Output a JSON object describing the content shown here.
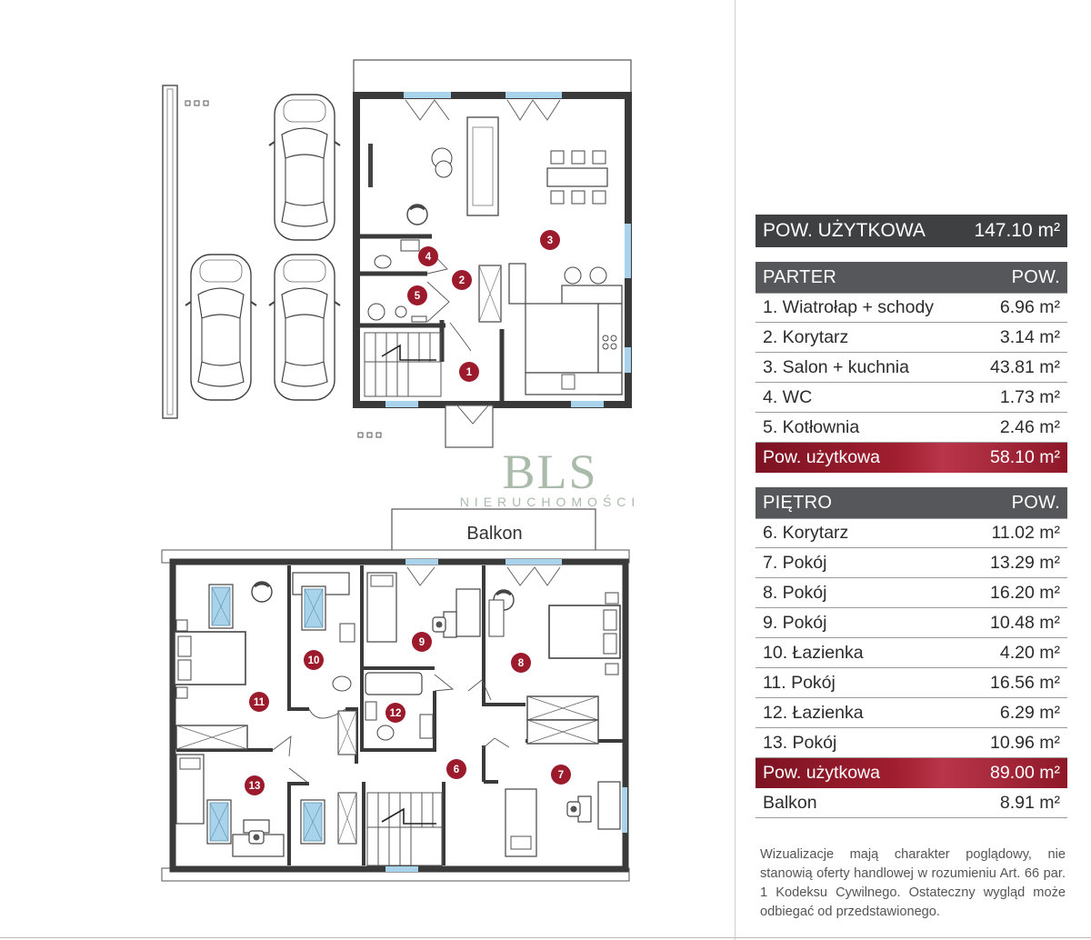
{
  "summary": {
    "label": "POW. UŻYTKOWA",
    "value": "147.10 m²"
  },
  "parter": {
    "header": {
      "label": "PARTER",
      "col": "POW."
    },
    "rooms": [
      {
        "name": "1. Wiatrołap + schody",
        "area": "6.96 m²"
      },
      {
        "name": "2. Korytarz",
        "area": "3.14 m²"
      },
      {
        "name": "3. Salon + kuchnia",
        "area": "43.81 m²"
      },
      {
        "name": "4. WC",
        "area": "1.73 m²"
      },
      {
        "name": "5. Kotłownia",
        "area": "2.46 m²"
      }
    ],
    "total": {
      "name": "Pow. użytkowa",
      "area": "58.10 m²"
    }
  },
  "pietro": {
    "header": {
      "label": "PIĘTRO",
      "col": "POW."
    },
    "rooms": [
      {
        "name": "6. Korytarz",
        "area": "11.02 m²"
      },
      {
        "name": "7. Pokój",
        "area": "13.29 m²"
      },
      {
        "name": "8. Pokój",
        "area": "16.20 m²"
      },
      {
        "name": "9. Pokój",
        "area": "10.48 m²"
      },
      {
        "name": "10. Łazienka",
        "area": "4.20 m²"
      },
      {
        "name": "11. Pokój",
        "area": "16.56 m²"
      },
      {
        "name": "12. Łazienka",
        "area": "6.29 m²"
      },
      {
        "name": "13. Pokój",
        "area": "10.96 m²"
      }
    ],
    "total": {
      "name": "Pow. użytkowa",
      "area": "89.00 m²"
    },
    "balkon": {
      "name": "Balkon",
      "area": "8.91 m²"
    }
  },
  "disclaimer": "Wizualizacje mają charakter poglądowy, nie stanowią oferty handlowej w rozumieniu Art. 66 par. 1 Kodeksu Cywilnego. Ostateczny wygląd może odbiegać od przedstawionego.",
  "logo": {
    "main": "BLS",
    "sub": "NIERUCHOMOŚCI"
  },
  "plan": {
    "balkon_label": "Balkon",
    "markers": [
      "1",
      "2",
      "3",
      "4",
      "5",
      "6",
      "7",
      "8",
      "9",
      "10",
      "11",
      "12",
      "13"
    ]
  },
  "colors": {
    "accent": "#a01e2f",
    "marker": "#9b1b2c",
    "header": "#55575a",
    "wall": "#3a3a3a",
    "window": "#a9d3ea"
  }
}
